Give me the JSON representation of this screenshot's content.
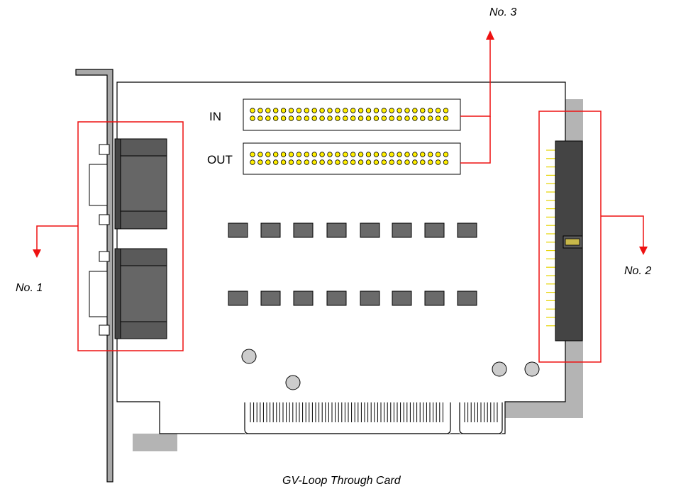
{
  "callouts": {
    "no1": "No. 1",
    "no2": "No. 2",
    "no3": "No. 3"
  },
  "headers": {
    "in_label": "IN",
    "out_label": "OUT"
  },
  "caption": "GV-Loop Through Card",
  "colors": {
    "callout": "#ee1111",
    "pin": "#ffee00",
    "chip": "#6a6a6a",
    "bracket": "#a8a8a8",
    "shadow": "#b4b4b4"
  }
}
